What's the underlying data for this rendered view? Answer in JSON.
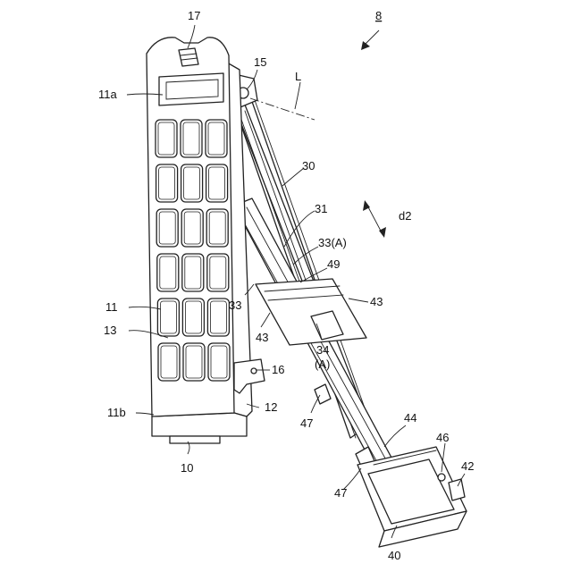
{
  "figure_number": "8",
  "labels": {
    "l17": "17",
    "l15": "15",
    "lL": "L",
    "l11a": "11a",
    "l30": "30",
    "l31": "31",
    "ld2": "d2",
    "l33A": "33(A)",
    "l49": "49",
    "l43a": "43",
    "l33": "33",
    "l11": "11",
    "l13": "13",
    "l43b": "43",
    "l34": "34",
    "lA": "(A)",
    "l16": "16",
    "l12": "12",
    "l11b": "11b",
    "l47a": "47",
    "l44": "44",
    "l46": "46",
    "l42": "42",
    "l47b": "47",
    "l10": "10",
    "l40": "40"
  }
}
